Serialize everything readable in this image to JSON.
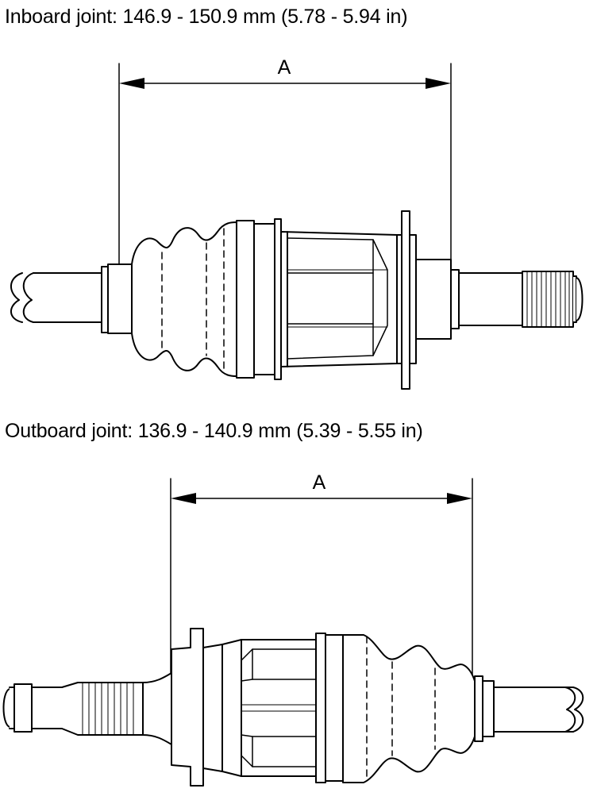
{
  "inboard": {
    "caption": "Inboard joint: 146.9 - 150.9 mm (5.78 - 5.94 in)",
    "dimension_label": "A"
  },
  "outboard": {
    "caption": "Outboard joint: 136.9 - 140.9 mm (5.39 - 5.55 in)",
    "dimension_label": "A"
  },
  "colors": {
    "line": "#000000",
    "background": "#ffffff"
  }
}
